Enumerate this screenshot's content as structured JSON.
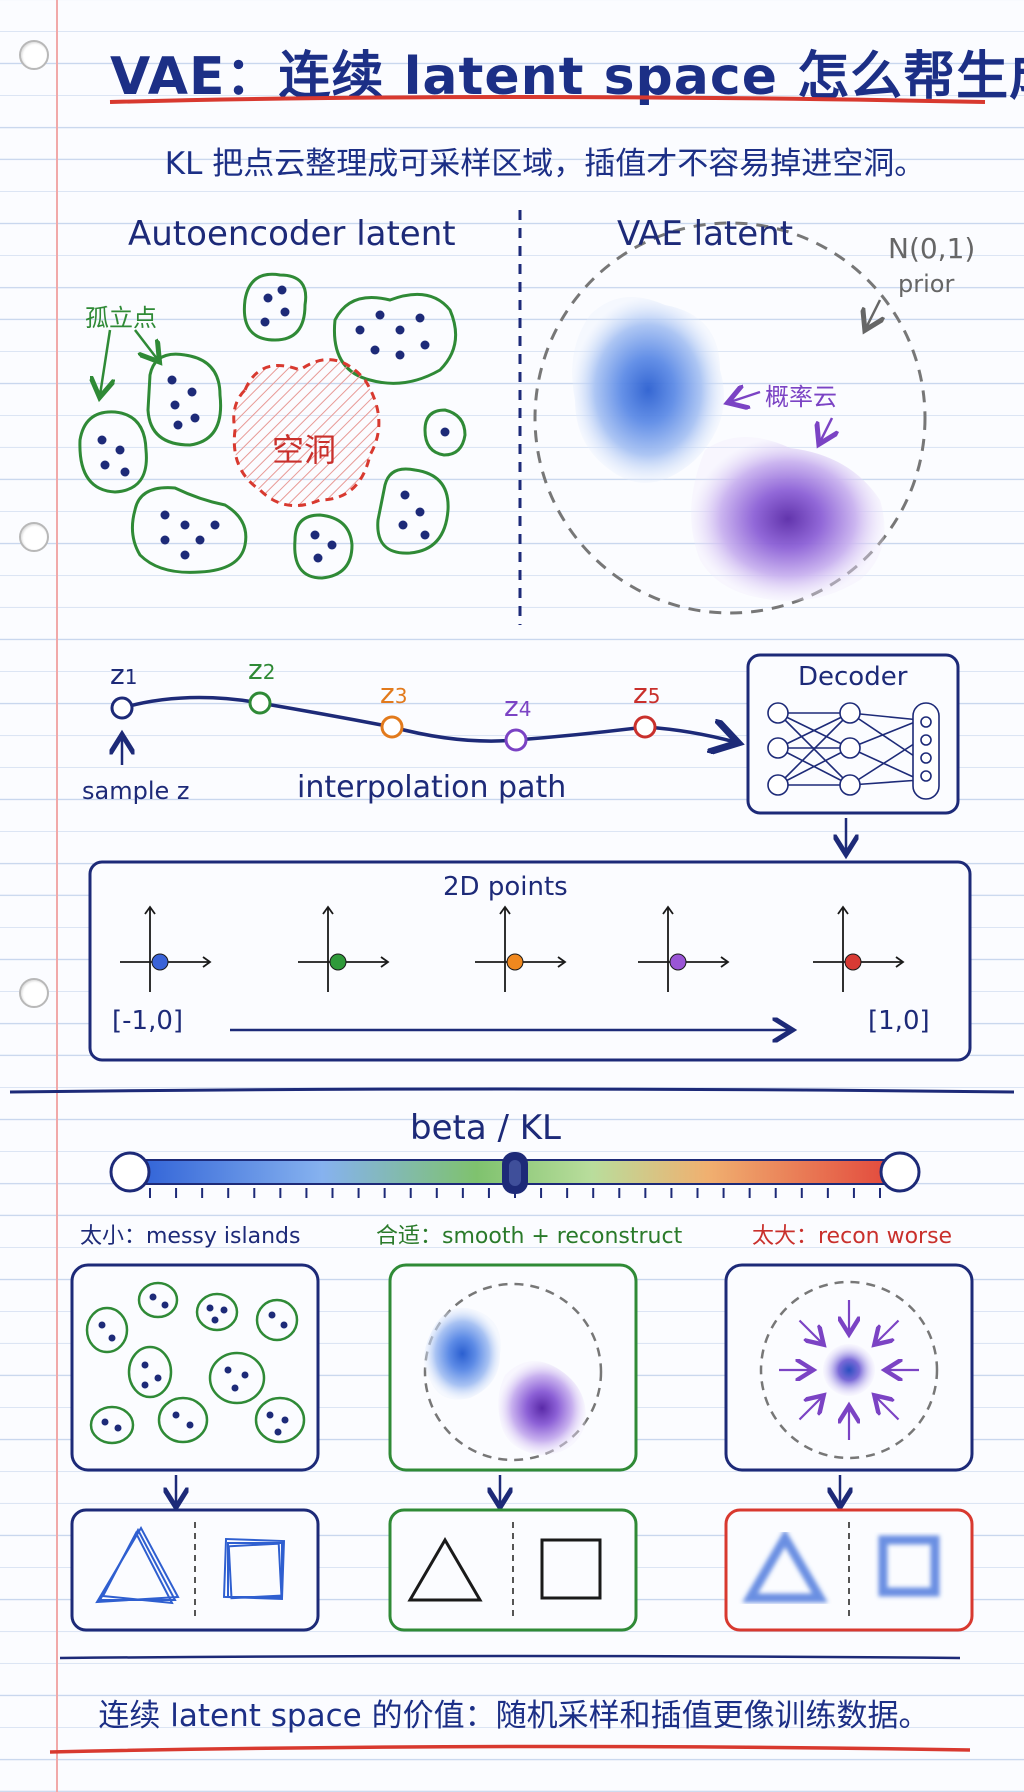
{
  "title": "VAE：连续 latent space 怎么帮生成",
  "subtitle": "KL 把点云整理成可采样区域，插值才不容易掉进空洞。",
  "latent_compare": {
    "left_title": "Autoencoder latent",
    "isolated_label": "孤立点",
    "hole_label": "空洞",
    "right_title": "VAE latent",
    "prior_label": "N(0,1)",
    "prior_sub": "prior",
    "cloud_label": "概率云"
  },
  "interpolation": {
    "points": [
      {
        "label": "z",
        "sub": "1",
        "color": "#1d2a78"
      },
      {
        "label": "z",
        "sub": "2",
        "color": "#2f8a36"
      },
      {
        "label": "z",
        "sub": "3",
        "color": "#e27a1c"
      },
      {
        "label": "z",
        "sub": "4",
        "color": "#7b43c4"
      },
      {
        "label": "z",
        "sub": "5",
        "color": "#c9302c"
      }
    ],
    "sample_label": "sample z",
    "path_label": "interpolation path",
    "decoder_label": "Decoder"
  },
  "points2d": {
    "title": "2D points",
    "start_label": "[-1,0]",
    "end_label": "[1,0]",
    "dot_colors": [
      "#3a63d8",
      "#2f9a3a",
      "#f0881e",
      "#9a55d6",
      "#d83a34"
    ]
  },
  "beta": {
    "title": "beta / KL",
    "level": 0.5,
    "cases": [
      {
        "label": "太小：messy islands",
        "color": "#1d2a78"
      },
      {
        "label": "合适：smooth + reconstruct",
        "color": "#2a7a2a"
      },
      {
        "label": "太大：recon worse",
        "color": "#c9302c"
      }
    ]
  },
  "footer": "连续 latent space 的价值：随机采样和插值更像训练数据。"
}
